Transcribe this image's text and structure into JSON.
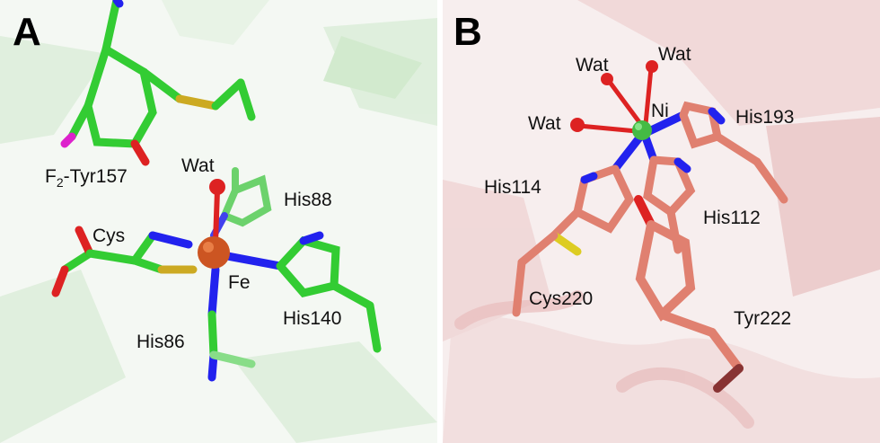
{
  "panels": [
    {
      "letter": "A",
      "metal": "Fe",
      "labels": {
        "tyr_prefix": "F",
        "tyr_sub": "2",
        "tyr_suffix": "-Tyr157",
        "wat": "Wat",
        "his88": "His88",
        "cys": "Cys",
        "fe": "Fe",
        "his140": "His140",
        "his86": "His86"
      },
      "colors": {
        "carbon": "#33cc33",
        "nitrogen": "#2222ee",
        "oxygen": "#dd2222",
        "sulfur": "#ccaa22",
        "fluorine": "#dd22cc",
        "metal": "#cc5522",
        "background": "#f4f8f3"
      }
    },
    {
      "letter": "B",
      "metal": "Ni",
      "labels": {
        "wat_top_left": "Wat",
        "wat_top_right": "Wat",
        "wat_left": "Wat",
        "ni": "Ni",
        "his193": "His193",
        "his114": "His114",
        "his112": "His112",
        "cys220": "Cys220",
        "tyr222": "Tyr222"
      },
      "colors": {
        "carbon": "#e08070",
        "nitrogen": "#2222ee",
        "oxygen": "#dd2222",
        "sulfur": "#ddcc22",
        "metal": "#44bb44",
        "background": "#f7eeee"
      }
    }
  ]
}
